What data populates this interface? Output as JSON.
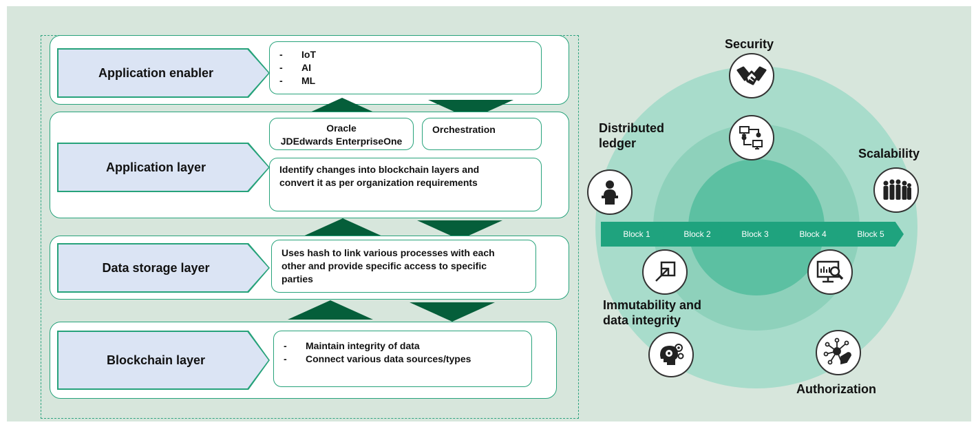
{
  "layers": [
    {
      "label": "Application enabler",
      "bullets": [
        "IoT",
        "AI",
        "ML"
      ]
    },
    {
      "label": "Application layer",
      "top_box_left": [
        "Oracle",
        "JDEdwards EnterpriseOne"
      ],
      "top_box_right": "Orchestration",
      "lines": [
        "Identify changes into blockchain layers and",
        "convert it as per organization requirements"
      ]
    },
    {
      "label": "Data storage layer",
      "lines": [
        "Uses hash to link various processes with each",
        "other and provide specific access to specific",
        "parties"
      ]
    },
    {
      "label": "Blockchain layer",
      "bullets": [
        "Maintain integrity of data",
        "Connect various data sources/types"
      ]
    }
  ],
  "bullet_dash": "-",
  "blocks": [
    "Block 1",
    "Block 2",
    "Block 3",
    "Block 4",
    "Block 5"
  ],
  "features": {
    "security": "Security",
    "distributed_ledger": [
      "Distributed",
      "ledger"
    ],
    "scalability": "Scalability",
    "immutability": [
      "Immutability and",
      "data integrity"
    ],
    "authorization": "Authorization"
  },
  "icons": {
    "security": "handshake-icon",
    "network": "network-computers-icon",
    "distributed_ledger": "presenter-podium-icon",
    "scalability": "crowd-icon",
    "immutability": "expand-arrow-icon",
    "monitor": "monitor-search-icon",
    "brain": "brain-gears-icon",
    "authorization": "hand-network-icon"
  },
  "colors": {
    "background": "#d7e6dc",
    "green_line": "#26a27a",
    "dark_arrow": "#055e3a",
    "label_fill": "#dbe4f4",
    "ring_outer": "#a8dccb",
    "ring_middle": "#8ed1bb",
    "ring_inner": "#5cc0a2",
    "block_green": "#1fa37e"
  }
}
